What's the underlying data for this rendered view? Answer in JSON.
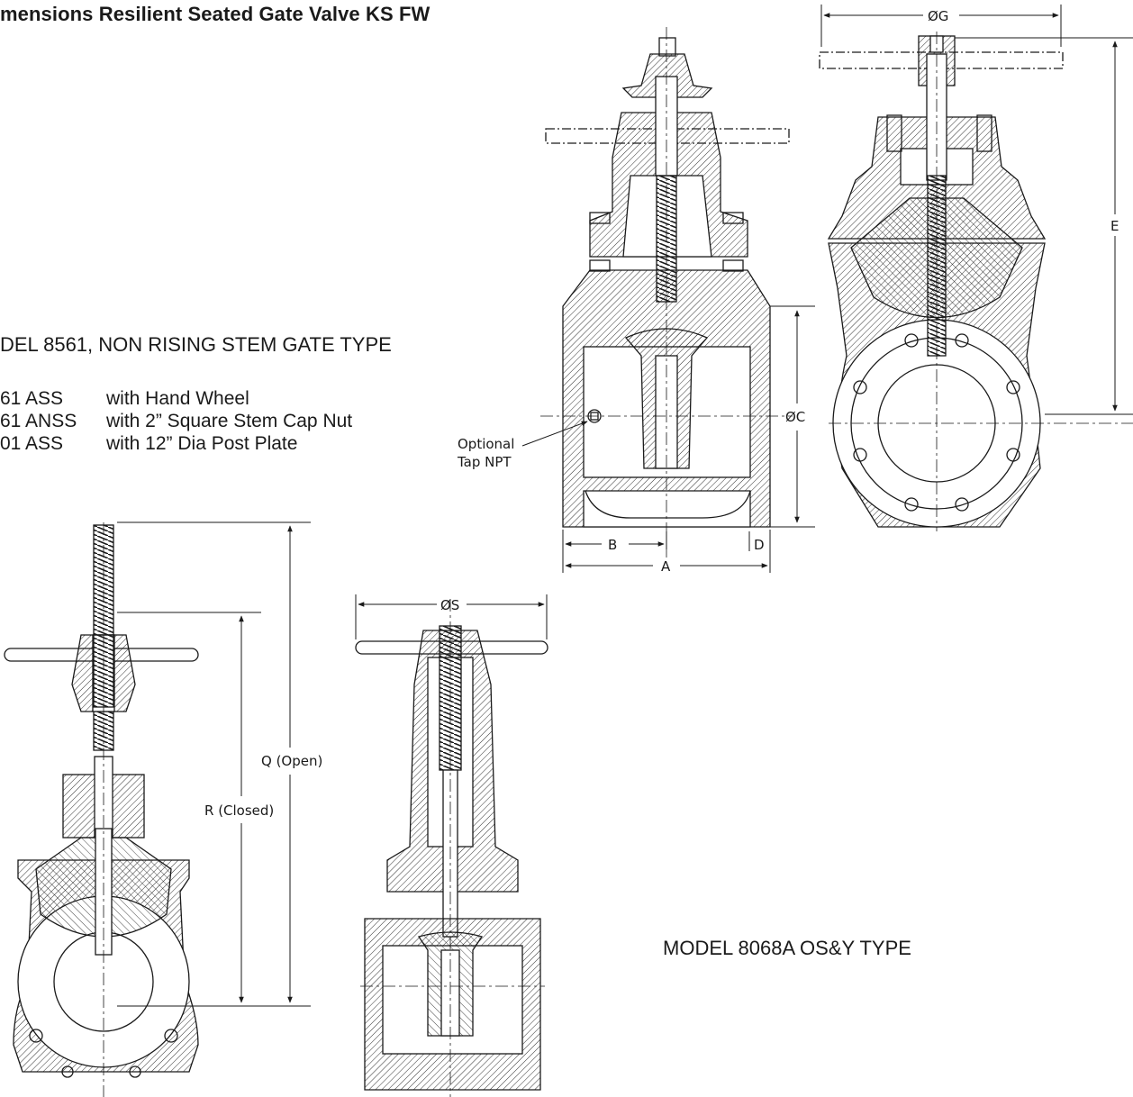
{
  "title": "mensions Resilient Seated  Gate Valve KS FW",
  "model_8561": {
    "heading": "DEL 8561, NON RISING STEM GATE TYPE",
    "variants": [
      {
        "code": "61 ASS",
        "description": "with Hand Wheel"
      },
      {
        "code": "61 ANSS",
        "description": "with 2” Square Stem Cap Nut"
      },
      {
        "code": "01 ASS",
        "description": "with 12” Dia   Post Plate"
      }
    ]
  },
  "model_8068": {
    "heading": "MODEL 8068A OS&Y TYPE"
  },
  "dimensions": {
    "a": "A",
    "b": "B",
    "c": "ØC",
    "d": "D",
    "e": "E",
    "g": "ØG",
    "q": "Q (Open)",
    "r": "R (Closed)",
    "s": "ØS"
  },
  "callouts": {
    "tap_line1": "Optional",
    "tap_line2": "Tap NPT"
  },
  "colors": {
    "line": "#1a1a1a",
    "background": "#ffffff"
  }
}
